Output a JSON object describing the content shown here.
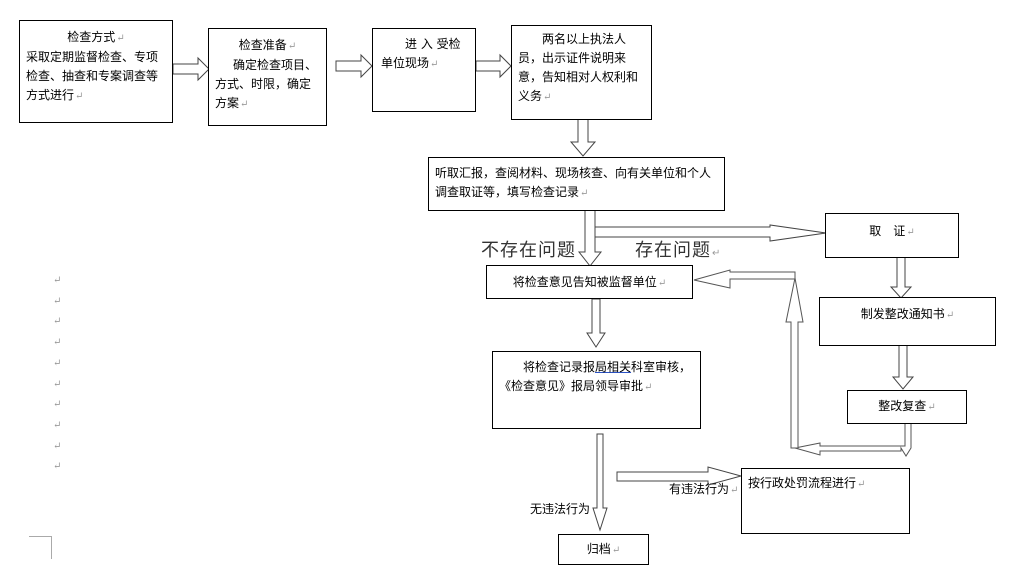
{
  "diagram": {
    "nodes": {
      "inspection_method": {
        "title": "检查方式",
        "body": "采取定期监督检查、专项检查、抽查和专案调查等方式进行"
      },
      "inspection_prep": {
        "title": "检查准备",
        "body": "确定检查项目、方式、时限，确定方案"
      },
      "enter_site": {
        "text": "进 入 受检单位现场"
      },
      "show_credentials": {
        "text": "两名以上执法人员，出示证件说明来意，告知相对人权利和义务"
      },
      "investigate": {
        "text": "听取汇报，查阅材料、现场核查、向有关单位和个人调查取证等，填写检查记录"
      },
      "evidence": {
        "text": "取　证"
      },
      "notify_unit": {
        "text": "将检查意见告知被监督单位"
      },
      "rectify_notice": {
        "text": "制发整改通知书"
      },
      "report_review": {
        "text_a": "将检查记录报",
        "text_b": "局相关",
        "text_c": "科室审核，《检查意见》报局领导审批"
      },
      "recheck": {
        "text": "整改复查"
      },
      "penalty": {
        "text": "按行政处罚流程进行"
      },
      "archive": {
        "text": "归档"
      }
    },
    "labels": {
      "no_problem": "不存在问题",
      "has_problem": "存在问题",
      "no_violation": "无违法行为",
      "has_violation": "有违法行为"
    },
    "paragraph_mark": "↵",
    "empty_paragraph_count": 10
  }
}
